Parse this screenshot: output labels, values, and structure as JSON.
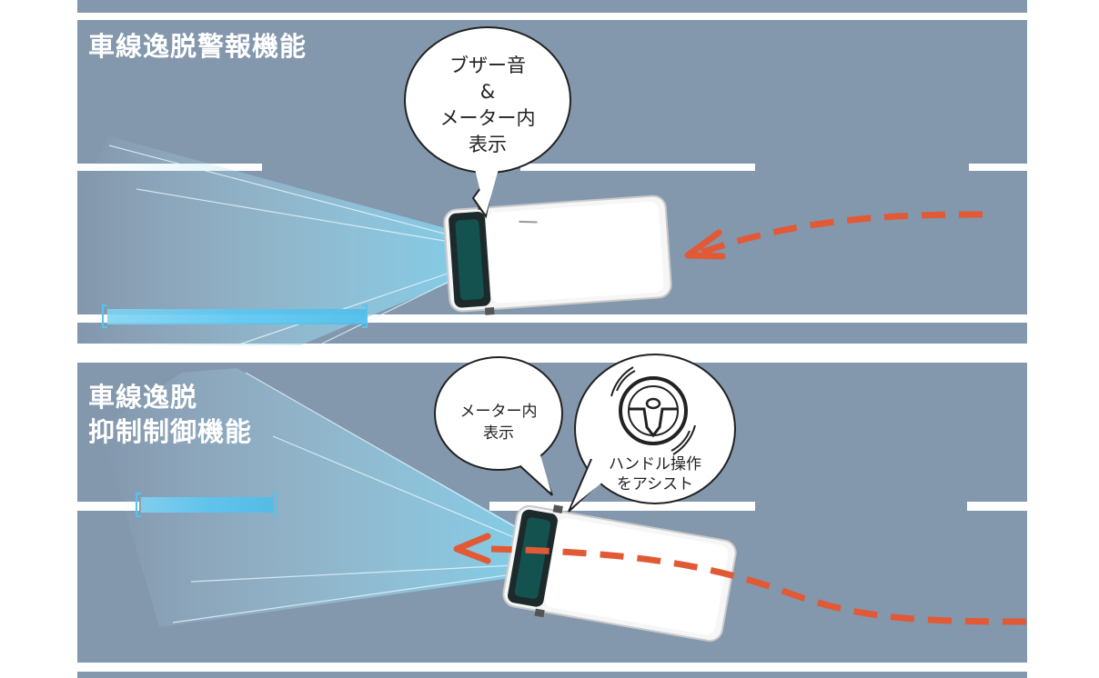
{
  "panel_top": {
    "title": "車線逸脱警報機能",
    "bubble": {
      "line1": "ブザー音",
      "line2": "&",
      "line3": "メーター内",
      "line4": "表示"
    }
  },
  "panel_bottom": {
    "title": "車線逸脱\n抑制制御機能",
    "bubble_meter": {
      "line1": "メーター内",
      "line2": "表示"
    },
    "bubble_assist": {
      "line1": "ハンドル操作",
      "line2": "をアシスト",
      "icon": "steering-wheel-icon"
    }
  },
  "colors": {
    "road": "#8397ad",
    "lane_line": "#ffffff",
    "path_arrow": "#e15a35",
    "sensor_beam": "#7fd0ec",
    "lane_highlight": "#55c3ef"
  }
}
